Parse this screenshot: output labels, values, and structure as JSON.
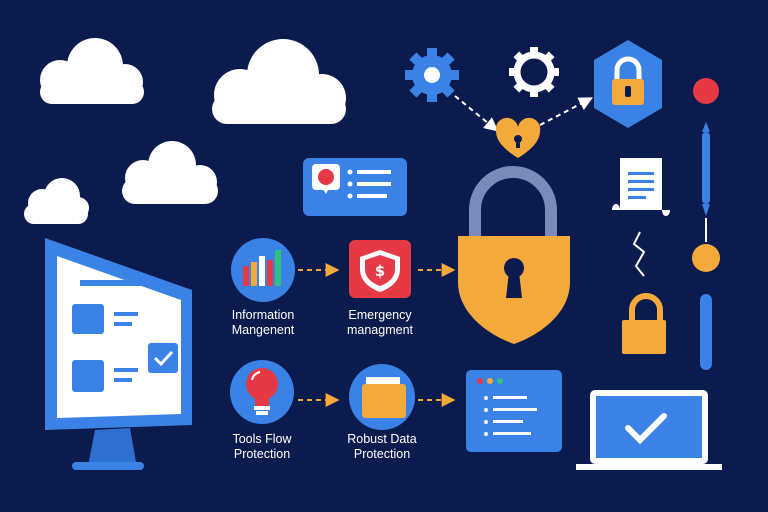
{
  "labels": {
    "info_management": [
      "Information",
      "Mangenent"
    ],
    "emergency_management": [
      "Emergency",
      "managment"
    ],
    "tools_flow": [
      "Tools Flow",
      "Protection"
    ],
    "robust_data": [
      "Robust Data",
      "Protection"
    ]
  },
  "colors": {
    "background": "#0c1b4d",
    "blue": "#3b82e6",
    "light_blue": "#5a9cf0",
    "orange": "#f4a93b",
    "red": "#e63946",
    "white": "#ffffff",
    "lock_shackle": "#7b8ab8",
    "green": "#2ec27e"
  },
  "icons": {
    "clouds": [
      "cloud-icon",
      "cloud-icon",
      "cloud-icon",
      "cloud-icon"
    ],
    "gears": [
      "gear-icon-blue",
      "gear-icon-white"
    ],
    "central": "padlock-shield-icon",
    "devices": [
      "desktop-monitor-icon",
      "laptop-icon"
    ]
  }
}
